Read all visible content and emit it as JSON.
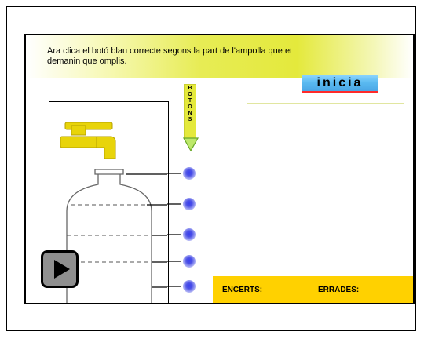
{
  "instruction": {
    "line1": "Ara clica el botó blau correcte segons la part de l'ampolla que et",
    "line2": "demanin que omplis."
  },
  "start_button": {
    "label": "inicia"
  },
  "botons_label": [
    "B",
    "O",
    "T",
    "O",
    "N",
    "S"
  ],
  "fill_buttons": [
    {
      "name": "fill-button-1"
    },
    {
      "name": "fill-button-2"
    },
    {
      "name": "fill-button-3"
    },
    {
      "name": "fill-button-4"
    },
    {
      "name": "fill-button-5"
    }
  ],
  "score": {
    "hits_label": "ENCERTS:",
    "misses_label": "ERRADES:"
  },
  "colors": {
    "instruction_bar": "#e4e93c",
    "start_button": "#59b9f0",
    "score_bar": "#ffd100",
    "radio": "#3a3ff0",
    "tap": "#e8d40a"
  },
  "icons": [
    "tap-icon",
    "bottle-icon",
    "play-icon",
    "down-arrow-icon"
  ]
}
